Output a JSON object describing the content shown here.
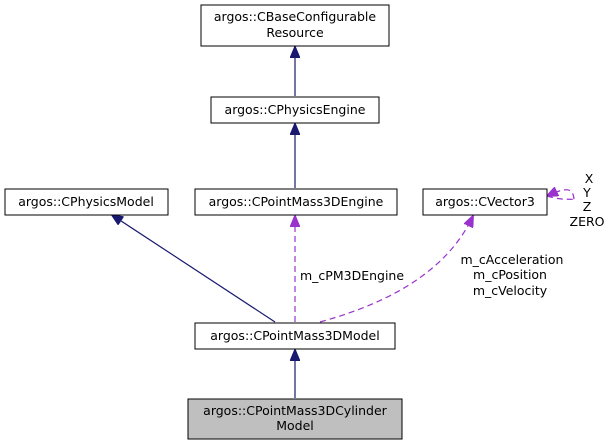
{
  "colors": {
    "inheritance_edge": "#191970",
    "usage_edge": "#9a32cd",
    "focus_node_fill": "#bfbfbf",
    "node_fill": "#ffffff"
  },
  "nodes": {
    "base_configurable_resource": {
      "line1": "argos::CBaseConfigurable",
      "line2": "Resource"
    },
    "physics_engine": {
      "label": "argos::CPhysicsEngine"
    },
    "physics_model": {
      "label": "argos::CPhysicsModel"
    },
    "point_mass_3d_engine": {
      "label": "argos::CPointMass3DEngine"
    },
    "vector3": {
      "label": "argos::CVector3"
    },
    "point_mass_3d_model": {
      "label": "argos::CPointMass3DModel"
    },
    "point_mass_3d_cylinder_model": {
      "line1": "argos::CPointMass3DCylinder",
      "line2": "Model"
    }
  },
  "edge_labels": {
    "engine_member": "m_cPM3DEngine",
    "vector_members": [
      "m_cAcceleration",
      "m_cPosition",
      "m_cVelocity"
    ],
    "vector_self_members": [
      "X",
      "Y",
      "Z",
      "ZERO"
    ]
  }
}
